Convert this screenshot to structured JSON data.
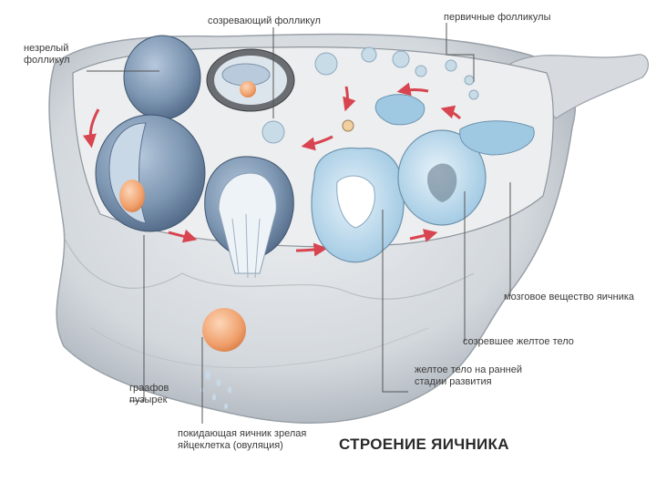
{
  "title": "СТРОЕНИЕ ЯИЧНИКА",
  "labels": {
    "immature_follicle": "незрелый\nфолликул",
    "maturing_follicle": "созревающий фолликул",
    "primary_follicles": "первичные фолликулы",
    "medulla": "мозговое вещество яичника",
    "mature_corpus_luteum": "созревшее желтое тело",
    "early_corpus_luteum": "желтое тело на ранней\nстадии развития",
    "graafian_follicle": "граафов\nпузырек",
    "ovulation": "покидающая яичник зрелая\nяйцеклетка (овуляция)"
  },
  "colors": {
    "ovary_body": "#dfe2e6",
    "ovary_shadow": "#b9bec5",
    "cortex_interior": "#eceeef",
    "follicle_blue": "#7f98b4",
    "corpus_luteum": "#bcd9ec",
    "egg": "#f3a97a",
    "arrow": "#d8444f",
    "leader": "#555555"
  }
}
